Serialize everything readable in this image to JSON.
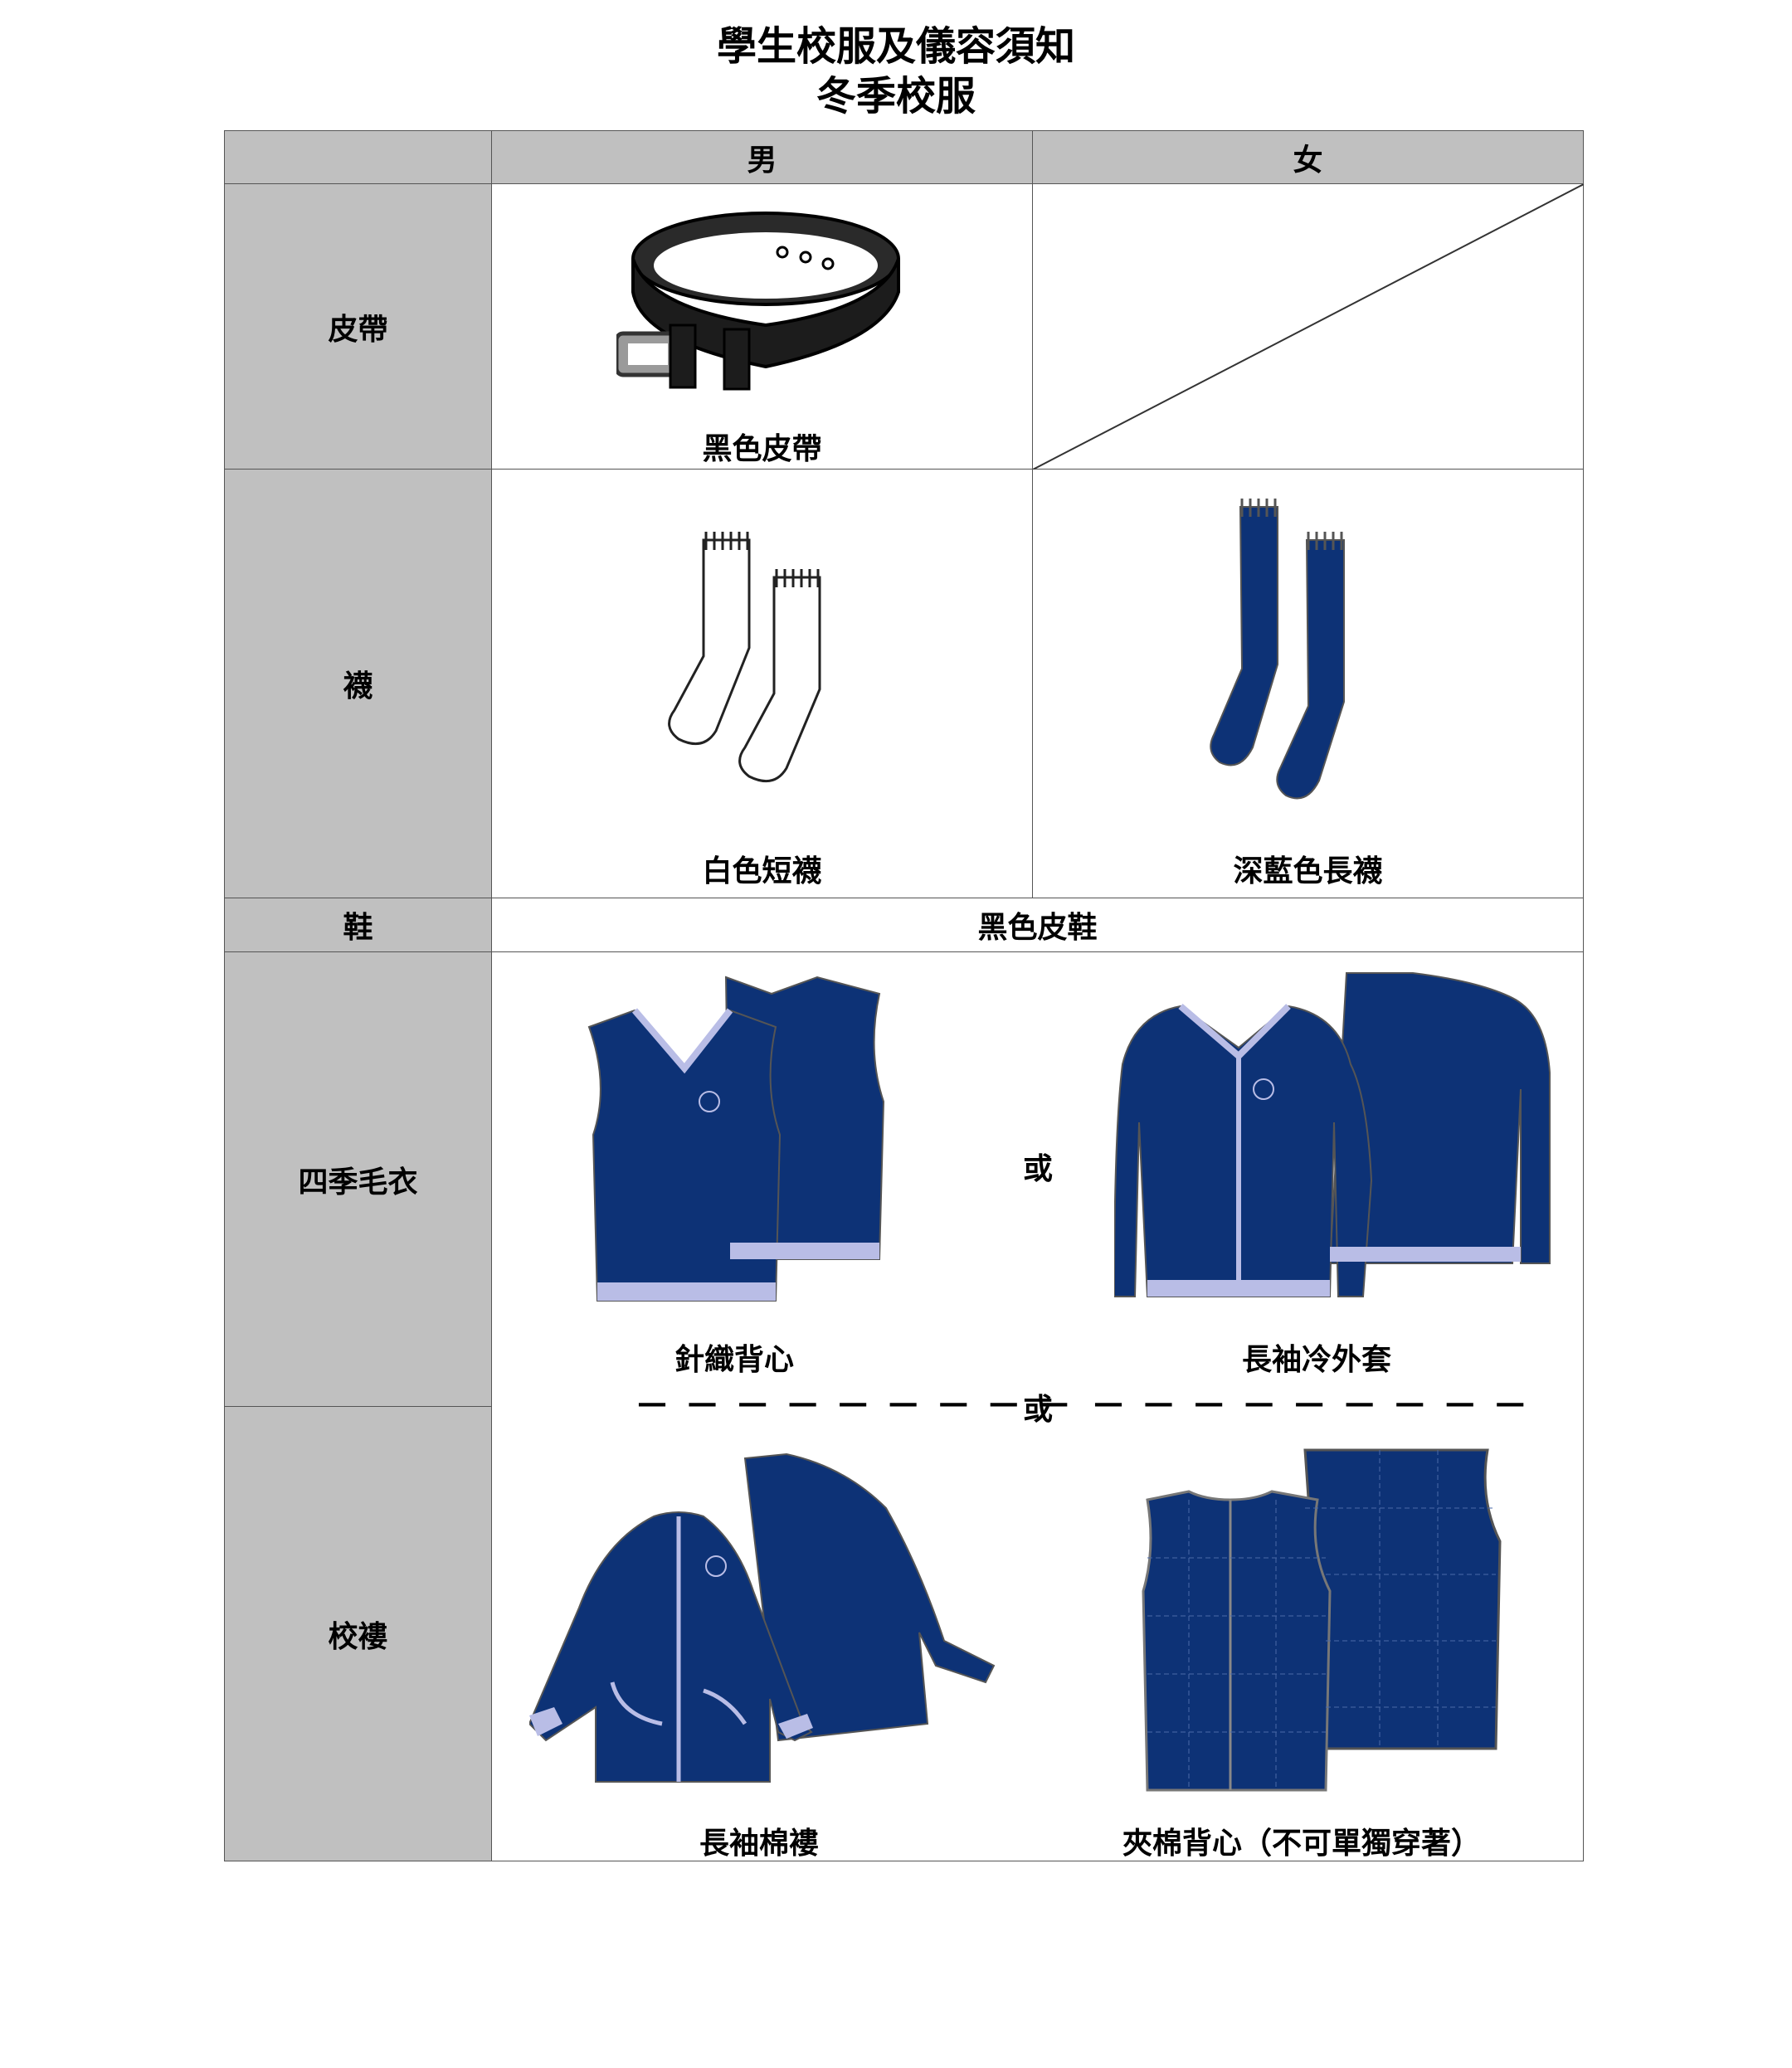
{
  "title": "學生校服及儀容須知",
  "subtitle": "冬季校服",
  "columns": {
    "blank": "",
    "male": "男",
    "female": "女"
  },
  "rows": {
    "belt": {
      "label": "皮帶",
      "male_caption": "黑色皮帶"
    },
    "socks": {
      "label": "襪",
      "male_caption": "白色短襪",
      "female_caption": "深藍色長襪"
    },
    "shoes": {
      "label": "鞋",
      "value": "黑色皮鞋"
    },
    "sweater": {
      "label": "四季毛衣",
      "vest_caption": "針織背心",
      "or": "或",
      "cardigan_caption": "長袖冷外套"
    },
    "divider_or": "或",
    "jacket": {
      "label": "校褸",
      "coat_caption": "長袖棉褸",
      "padded_caption": "夾棉背心（不可單獨穿著）"
    }
  },
  "colors": {
    "navy": "#0d3276",
    "trim": "#b9bde6",
    "header_gray": "#c0c0c0"
  }
}
